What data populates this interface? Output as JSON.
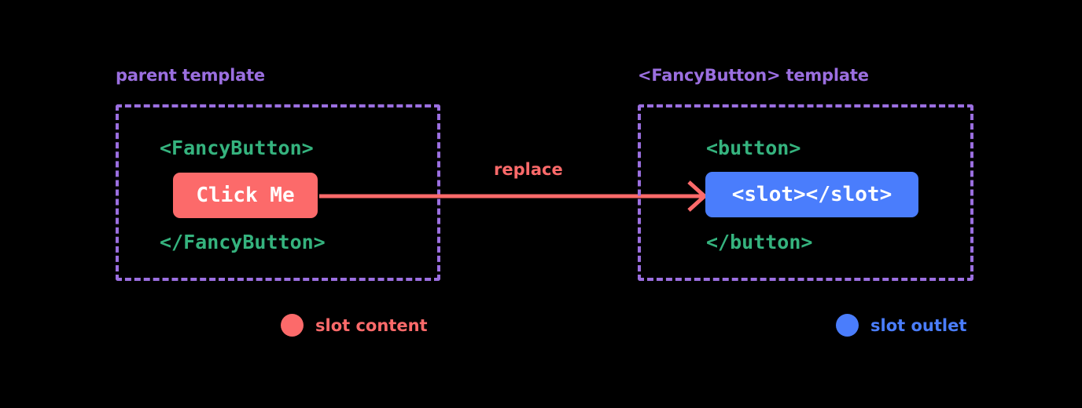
{
  "diagram": {
    "background": "#000000",
    "colors": {
      "accent_purple": "#9B6FE0",
      "code_green": "#35B37E",
      "slot_content_red": "#FC6A6A",
      "slot_outlet_blue": "#4A7DFC",
      "chip_text": "#FFFFFF"
    },
    "panels": [
      {
        "id": "parent",
        "caption": "parent template",
        "open_tag": "<FancyButton>",
        "close_tag": "</FancyButton>",
        "chip_label": "Click Me",
        "chip_color": "#FC6A6A"
      },
      {
        "id": "fancybutton",
        "caption": "<FancyButton> template",
        "open_tag": "<button>",
        "close_tag": "</button>",
        "chip_label": "<slot></slot>",
        "chip_color": "#4A7DFC"
      }
    ],
    "arrow": {
      "label": "replace",
      "color": "#FC6A6A",
      "direction": "left-to-right",
      "icon": "arrow-right-icon"
    },
    "legend": [
      {
        "label": "slot content",
        "color": "#FC6A6A",
        "dot": "circle-icon"
      },
      {
        "label": "slot outlet",
        "color": "#4A7DFC",
        "dot": "circle-icon"
      }
    ]
  }
}
